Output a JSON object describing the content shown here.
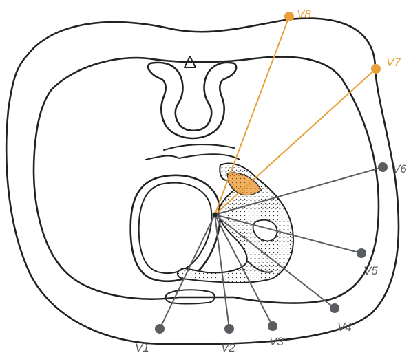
{
  "diagram": {
    "leads": [
      {
        "id": "v1",
        "label": "V1",
        "color": "#5a5d62"
      },
      {
        "id": "v2",
        "label": "V2",
        "color": "#5a5d62"
      },
      {
        "id": "v3",
        "label": "V3",
        "color": "#5a5d62"
      },
      {
        "id": "v4",
        "label": "V4",
        "color": "#5a5d62"
      },
      {
        "id": "v5",
        "label": "V5",
        "color": "#5a5d62"
      },
      {
        "id": "v6",
        "label": "V6",
        "color": "#5a5d62"
      },
      {
        "id": "v7",
        "label": "V7",
        "color": "#e8a03a"
      },
      {
        "id": "v8",
        "label": "V8",
        "color": "#e8a03a"
      }
    ],
    "colors": {
      "outline": "#222222",
      "stipple": "#333333",
      "posterior_highlight": "#f0b060",
      "standard_lead": "#5a5d62",
      "posterior_lead": "#e8a03a"
    }
  }
}
